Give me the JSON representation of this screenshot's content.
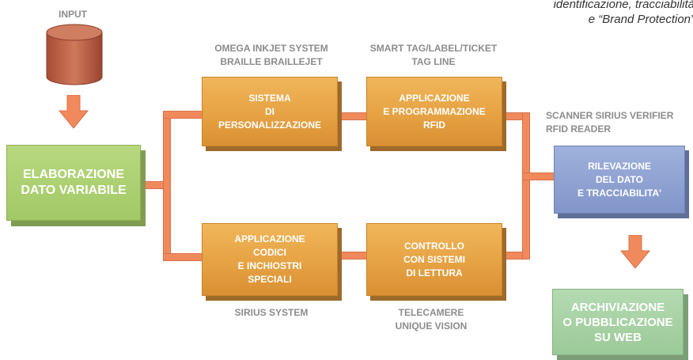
{
  "header": {
    "input_label": "INPUT",
    "note_text": "identificazione, tracciabilità\ne “Brand Protection”"
  },
  "captions": {
    "top_left": "OMEGA INKJET SYSTEM\nBRAILLE BRAILLEJET",
    "top_mid": "SMART TAG/LABEL/TICKET\nTAG LINE",
    "right": "SCANNER SIRIUS VERIFIER\nRFID READER",
    "bottom_left": "SIRIUS SYSTEM",
    "bottom_mid": "TELECAMERE\nUNIQUE VISION"
  },
  "boxes": {
    "elaborazione": "ELABORAZIONE\nDATO VARIABILE",
    "personalizzazione": "SISTEMA\nDI\nPERSONALIZZAZIONE",
    "rfid": "APPLICAZIONE\nE PROGRAMMAZIONE\nRFID",
    "codici": "APPLICAZIONE\nCODICI\nE INCHIOSTRI\nSPECIALI",
    "controllo": "CONTROLLO\nCON SISTEMI\nDI LETTURA",
    "rilevazione": "RILEVAZIONE\nDEL DATO\nE TRACCIABILITA'",
    "archiviazione": "ARCHIVIAZIONE\nO PUBBLICAZIONE\nSU WEB"
  },
  "colors": {
    "box_orange": "#e6a243",
    "box_green": "#a2c966",
    "box_light_green": "#9cca98",
    "box_blue": "#8195c9",
    "connector": "#f08a5c",
    "caption_grey": "#8c8c8c",
    "database_red": "#c0664a"
  },
  "icons": [
    "database-icon",
    "down-arrow-icon"
  ]
}
